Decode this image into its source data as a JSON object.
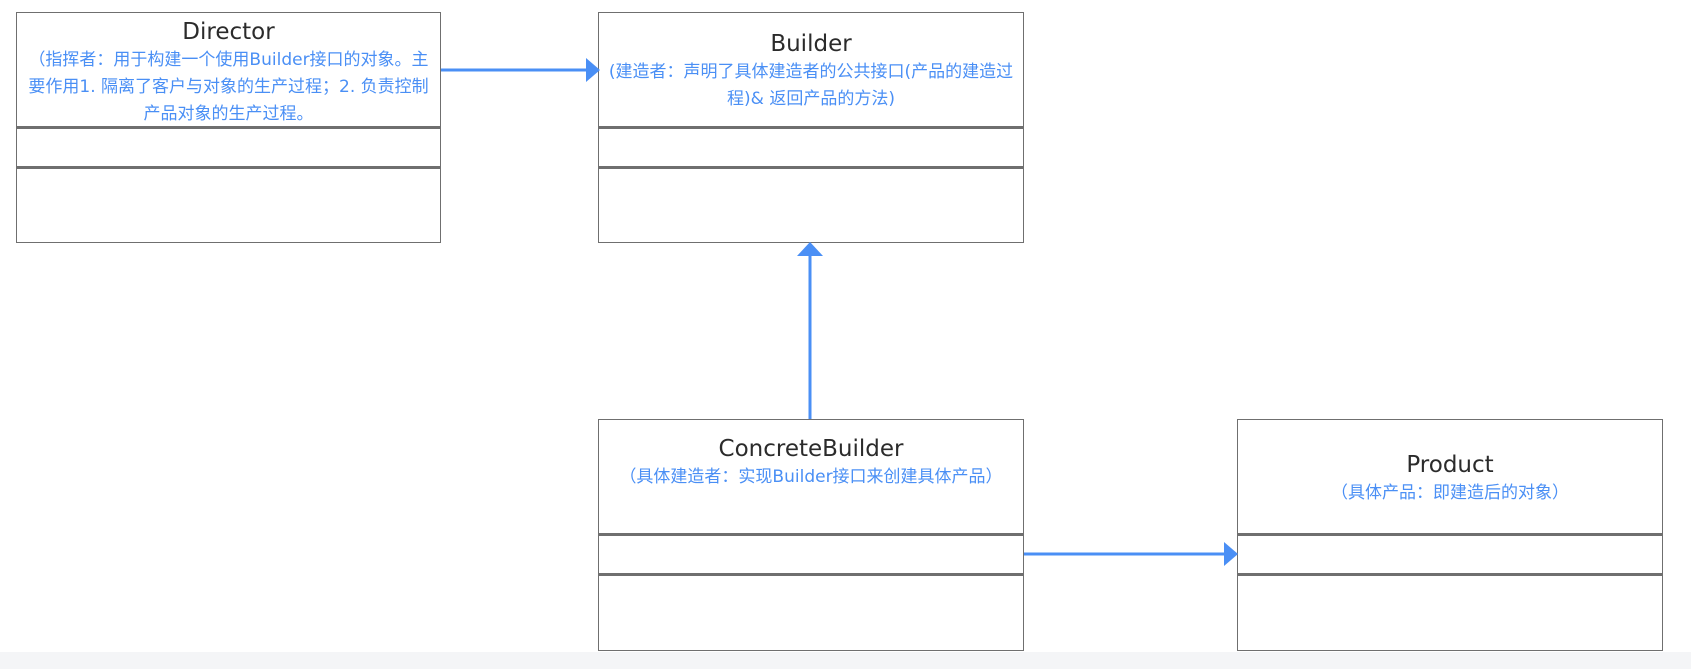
{
  "diagram": {
    "accent_color": "#4a8ff5",
    "border_color": "#6f6f6f",
    "classes": {
      "director": {
        "name": "Director",
        "description": "（指挥者：用于构建一个使用Builder接口的对象。主要作用1. 隔离了客户与对象的生产过程；2. 负责控制产品对象的生产过程。"
      },
      "builder": {
        "name": "Builder",
        "description": "(建造者：声明了具体建造者的公共接口(产品的建造过程)& 返回产品的方法)"
      },
      "concrete_builder": {
        "name": "ConcreteBuilder",
        "description": "（具体建造者：实现Builder接口来创建具体产品）"
      },
      "product": {
        "name": "Product",
        "description": "（具体产品：即建造后的对象）"
      }
    }
  }
}
